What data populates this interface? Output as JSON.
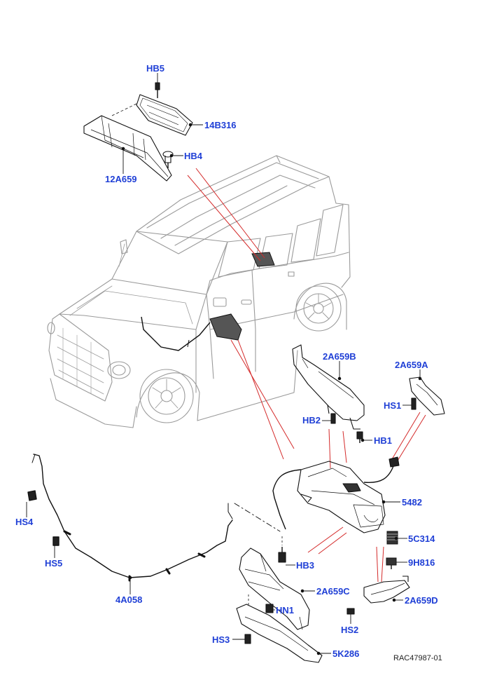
{
  "diagram": {
    "reference": "RAC47987-01",
    "colors": {
      "label": "#1f3fd6",
      "leader": "#d42a2a",
      "part": "#111111",
      "vehicle": "#9a9a9a"
    },
    "labels": {
      "hb5": "HB5",
      "p14b316": "14B316",
      "hb4": "HB4",
      "p12a659": "12A659",
      "p2a659b": "2A659B",
      "p2a659a": "2A659A",
      "hs1": "HS1",
      "hb2": "HB2",
      "hb1": "HB1",
      "p5482": "5482",
      "hs4": "HS4",
      "p5c314": "5C314",
      "hs5": "HS5",
      "hb3": "HB3",
      "p9h816": "9H816",
      "p2a659c": "2A659C",
      "p2a659d": "2A659D",
      "p4a058": "4A058",
      "hn1": "HN1",
      "hs2": "HS2",
      "hs3": "HS3",
      "p5k286": "5K286"
    }
  }
}
